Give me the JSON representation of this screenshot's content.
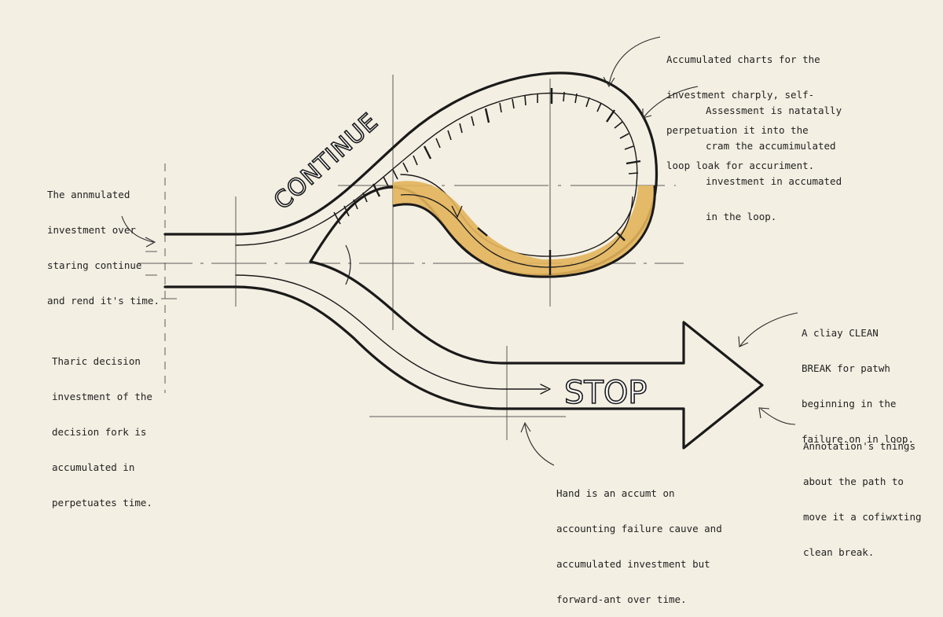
{
  "labels": {
    "continue": "CONTINUE",
    "stop": "STOP"
  },
  "annotations": {
    "top_right": [
      "Accumulated charts for the",
      "investment charply, self-",
      "perpetuation it into the",
      "loop loak for accuriment."
    ],
    "right_mid": [
      "Assessment is natatally",
      "cram the accumimulated",
      "investment in accumated",
      "in the loop."
    ],
    "left_top": [
      "The annmulated",
      "investment over",
      "staring continue",
      "and rend it's time."
    ],
    "left_bottom": [
      "Tharic decision",
      "investment of the",
      "decision fork is",
      "accumulated in",
      "perpetuates time."
    ],
    "right_break": [
      "A cliay CLEAN",
      "BREAK for patwh",
      "beginning in the",
      "failure.on in loop."
    ],
    "right_bottom": [
      "Annotation's tnings",
      "about the path to",
      "move it a cofiwxting",
      "clean break."
    ],
    "bottom_center": [
      "Hand is an accumt on",
      "accounting failure cauve and",
      "accumulated investment but",
      "forward-ant over time."
    ]
  },
  "colors": {
    "background": "#f4efe3",
    "ink": "#1e1e1e",
    "highlight": "#e2b35a"
  }
}
